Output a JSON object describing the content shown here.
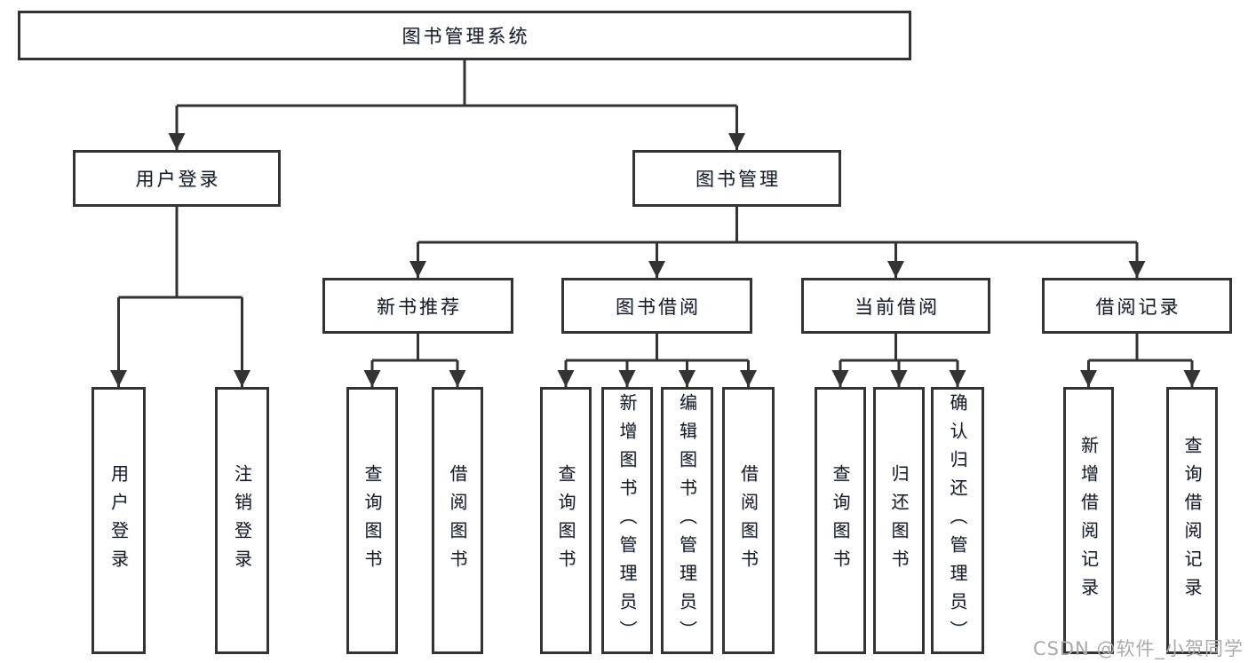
{
  "tree": {
    "root": {
      "label": "图书管理系统"
    },
    "level2": [
      {
        "label": "用户登录"
      },
      {
        "label": "图书管理"
      }
    ],
    "level3": [
      {
        "label": "新书推荐"
      },
      {
        "label": "图书借阅"
      },
      {
        "label": "当前借阅"
      },
      {
        "label": "借阅记录"
      }
    ],
    "leaves": {
      "user_login": [
        {
          "label": "用户登录"
        },
        {
          "label": "注销登录"
        }
      ],
      "new_book_recommend": [
        {
          "label": "查询图书"
        },
        {
          "label": "借阅图书"
        }
      ],
      "book_borrow": [
        {
          "label": "查询图书"
        },
        {
          "label": "新增图书（管理员）"
        },
        {
          "label": "编辑图书（管理员）"
        },
        {
          "label": "借阅图书"
        }
      ],
      "current_borrow": [
        {
          "label": "查询图书"
        },
        {
          "label": "归还图书"
        },
        {
          "label": "确认归还（管理员）"
        }
      ],
      "borrow_record": [
        {
          "label": "新增借阅记录"
        },
        {
          "label": "查询借阅记录"
        }
      ]
    }
  },
  "watermark": "CSDN @软件_小贺同学",
  "colors": {
    "line": "#333333",
    "box_bg": "#ffffff",
    "text": "#1c1c1c",
    "watermark": "#ababab",
    "background": "#ffffff"
  }
}
